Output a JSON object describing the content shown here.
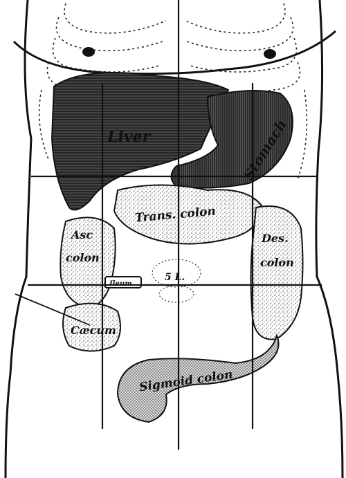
{
  "labels": {
    "liver": "Liver",
    "stomach": "Stomach",
    "trans_colon": "Trans. colon",
    "asc_colon_1": "Asc",
    "asc_colon_2": "colon",
    "des_colon_1": "Des.",
    "des_colon_2": "colon",
    "vertebra": "5 L.",
    "ileum": "Ileum",
    "caecum": "Cæcum",
    "sigmoid_colon": "Sigmoid colon"
  },
  "colors": {
    "ink": "#111111",
    "paper": "#ffffff",
    "organ_fill": "#3a3a3a"
  }
}
